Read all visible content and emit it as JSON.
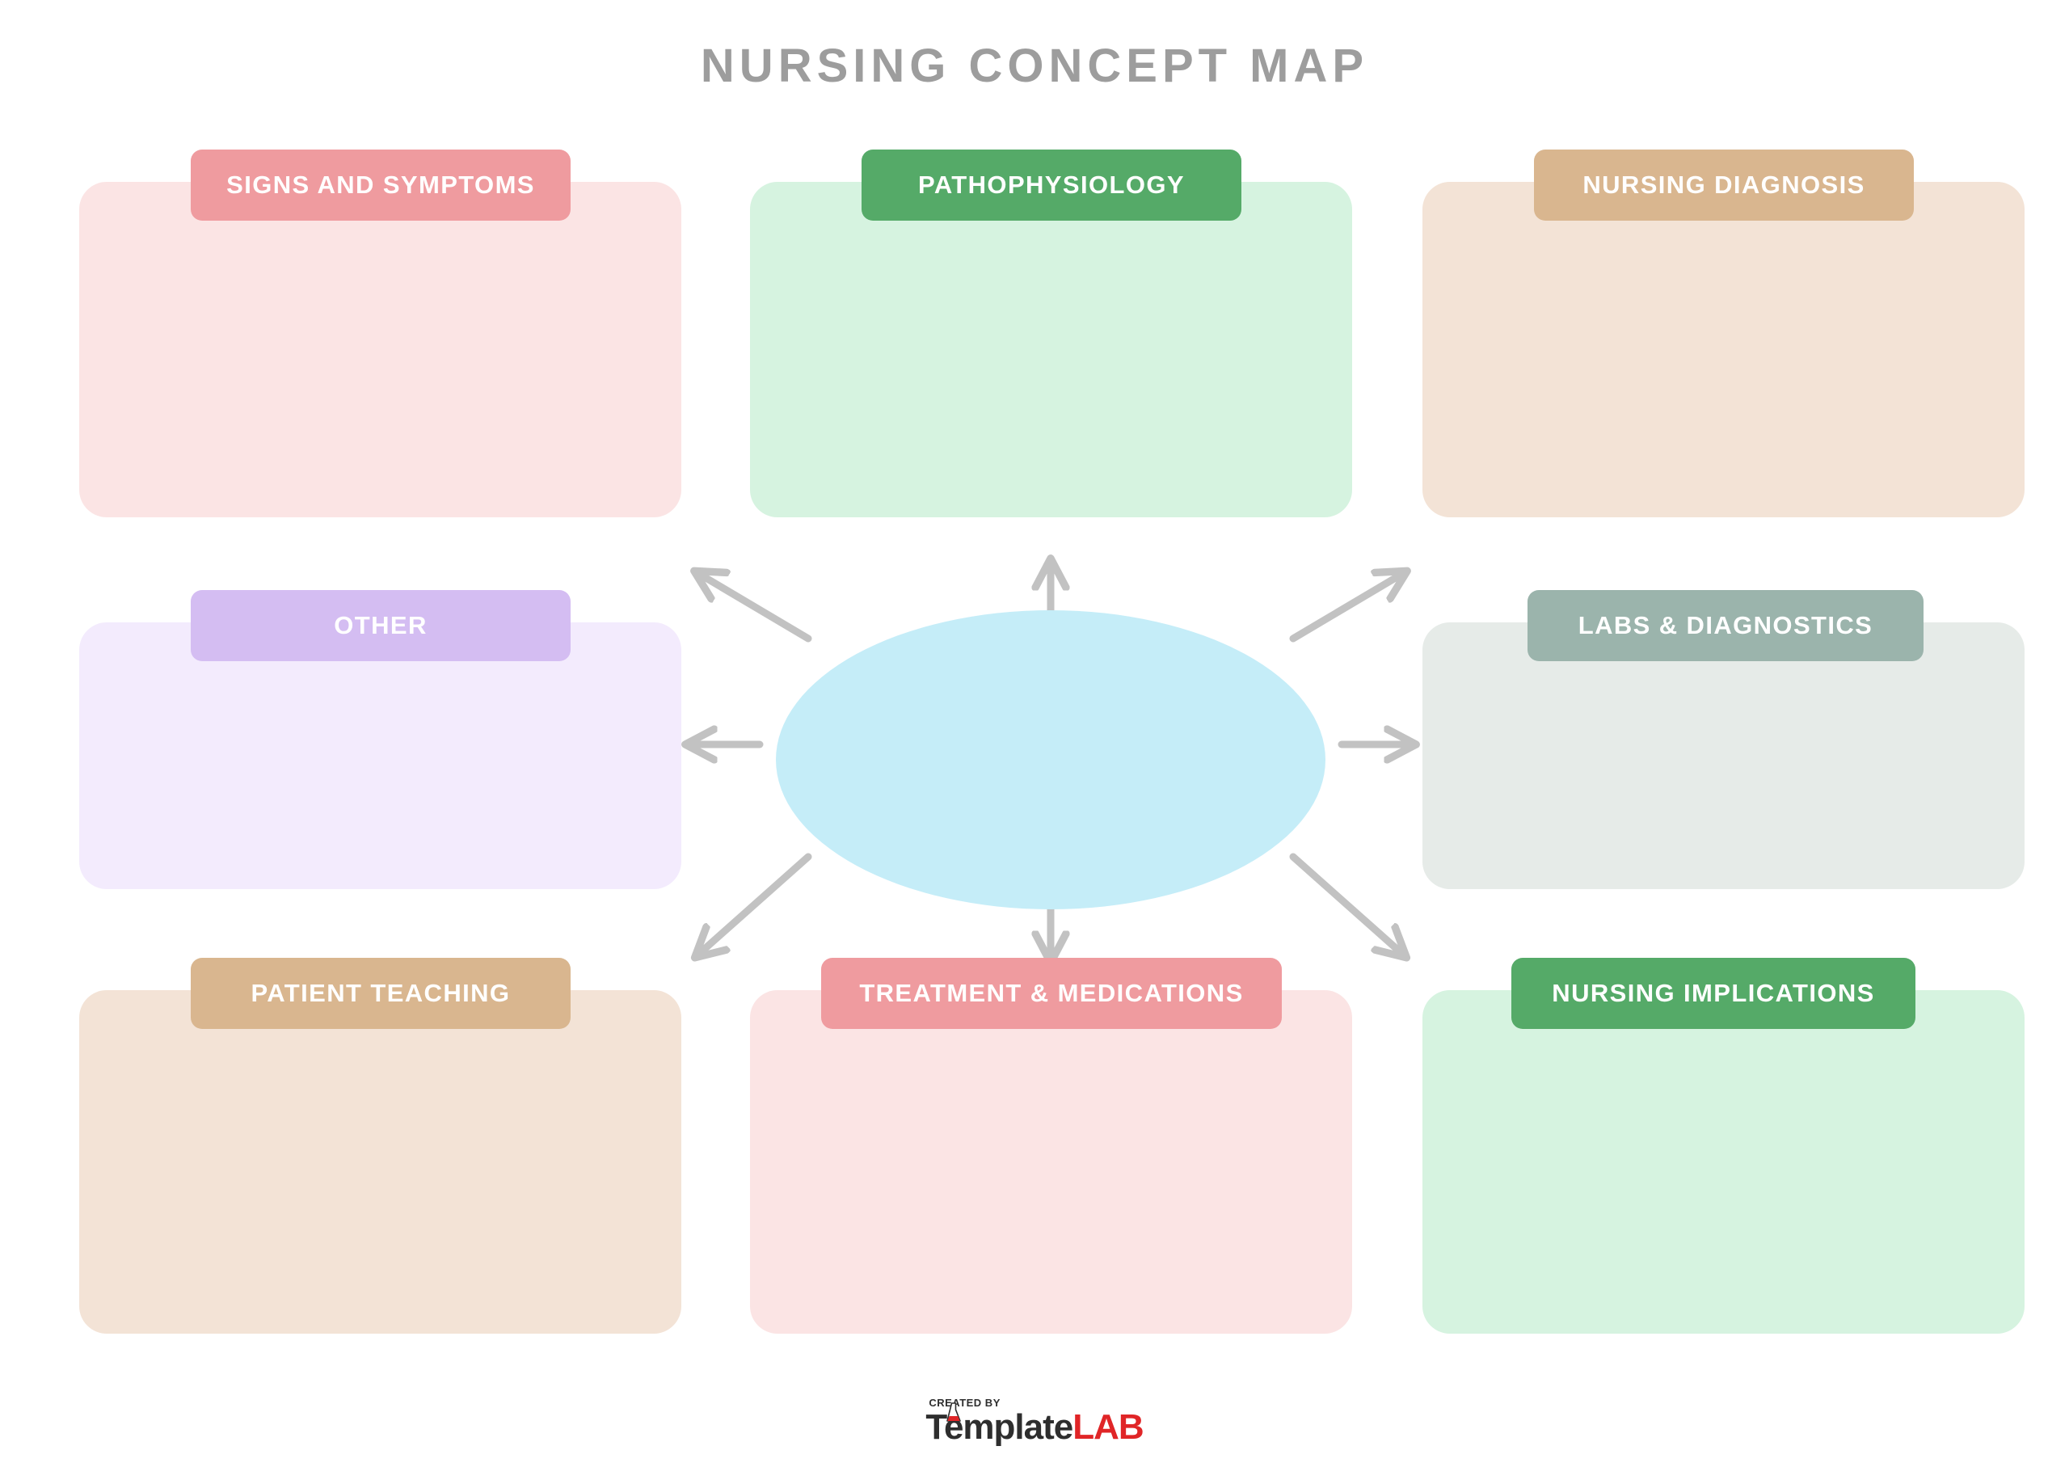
{
  "page": {
    "title": "NURSING CONCEPT MAP",
    "title_color": "#9d9d9d",
    "background": "#ffffff"
  },
  "center": {
    "name": "central-topic-ellipse",
    "text": "",
    "fill_color": "#c5edf8"
  },
  "arrows": {
    "color": "#c2c2c2",
    "count": 8,
    "directions": [
      "up",
      "down",
      "left",
      "right",
      "up-left",
      "up-right",
      "down-left",
      "down-right"
    ]
  },
  "panels": [
    {
      "id": "signs-and-symptoms",
      "label": "SIGNS AND SYMPTOMS",
      "header_color": "#ef9b9f",
      "body_color": "#fbe4e4",
      "content": "",
      "row": 0,
      "col": 0
    },
    {
      "id": "pathophysiology",
      "label": "PATHOPHYSIOLOGY",
      "header_color": "#55aa68",
      "body_color": "#d6f3e0",
      "content": "",
      "row": 0,
      "col": 1
    },
    {
      "id": "nursing-diagnosis",
      "label": "NURSING DIAGNOSIS",
      "header_color": "#d9b68f",
      "body_color": "#f3e3d6",
      "content": "",
      "row": 0,
      "col": 2
    },
    {
      "id": "other",
      "label": "OTHER",
      "header_color": "#d4bdf2",
      "body_color": "#f3ebfd",
      "content": "",
      "row": 1,
      "col": 0
    },
    {
      "id": "labs-and-diagnostics",
      "label": "LABS & DIAGNOSTICS",
      "header_color": "#9bb4ac",
      "body_color": "#e6ebe8",
      "content": "",
      "row": 1,
      "col": 2
    },
    {
      "id": "patient-teaching",
      "label": "PATIENT TEACHING",
      "header_color": "#d9b68f",
      "body_color": "#f3e3d6",
      "content": "",
      "row": 2,
      "col": 0
    },
    {
      "id": "treatment-and-medications",
      "label": "TREATMENT & MEDICATIONS",
      "header_color": "#ef9b9f",
      "body_color": "#fbe4e4",
      "content": "",
      "row": 2,
      "col": 1
    },
    {
      "id": "nursing-implications",
      "label": "NURSING IMPLICATIONS",
      "header_color": "#55aa68",
      "body_color": "#d6f3e0",
      "content": "",
      "row": 2,
      "col": 2
    }
  ],
  "footer": {
    "created_by": "CREATED BY",
    "brand_first": "Template",
    "brand_second": "LAB",
    "brand_first_color": "#2e2e2e",
    "brand_second_color": "#e02527"
  }
}
